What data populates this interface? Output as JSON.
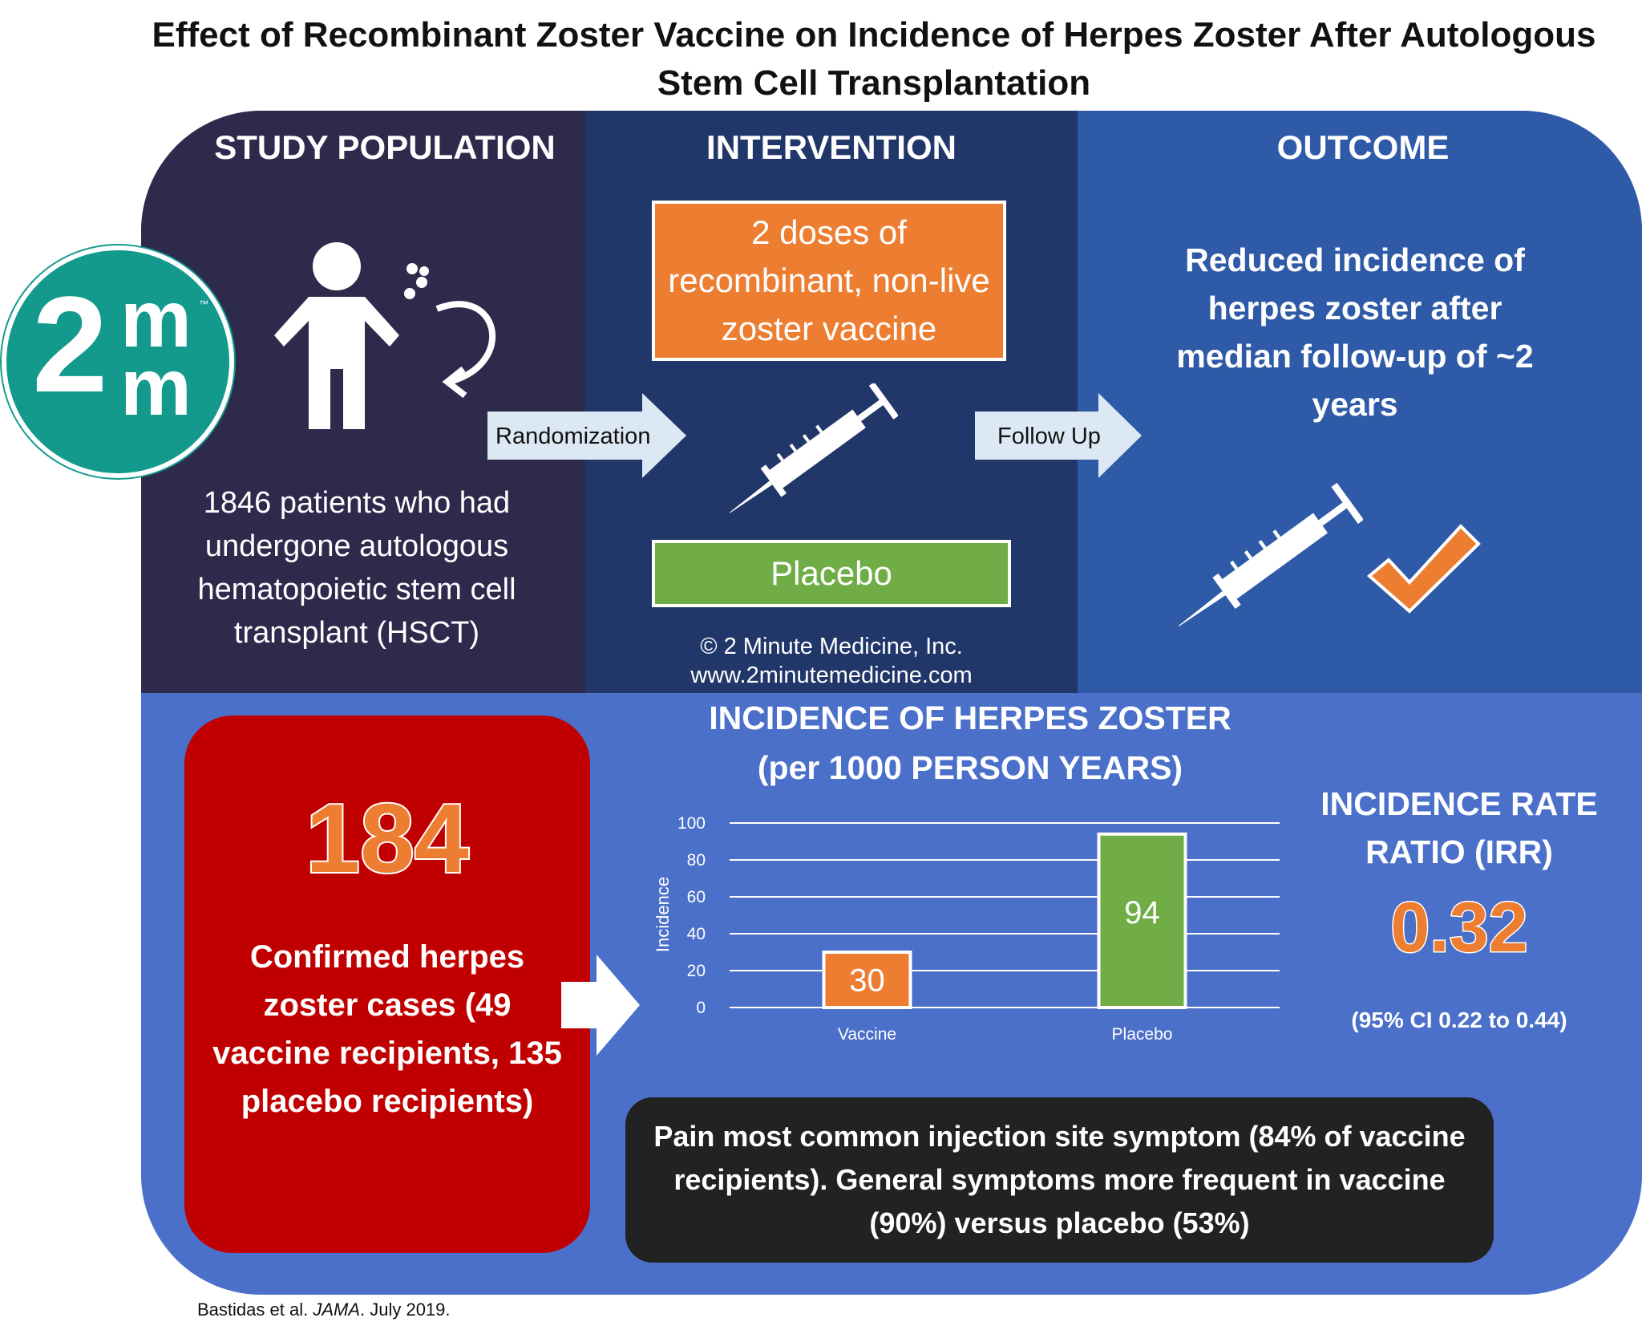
{
  "title": "Effect of Recombinant Zoster Vaccine on Incidence of Herpes Zoster After Autologous Stem Cell Transplantation",
  "logo": {
    "two": "2",
    "m_top": "m",
    "m_bottom": "m",
    "tm": "™"
  },
  "study_population": {
    "header": "STUDY POPULATION",
    "text": "1846 patients who had undergone autologous hematopoietic stem cell transplant (HSCT)"
  },
  "intervention": {
    "header": "INTERVENTION",
    "vaccine_arm": "2 doses of recombinant, non-live zoster vaccine",
    "placebo_arm": "Placebo",
    "copyright": "© 2 Minute Medicine, Inc.",
    "website": "www.2minutemedicine.com"
  },
  "arrows": {
    "randomization": "Randomization",
    "follow_up": "Follow Up"
  },
  "outcome": {
    "header": "OUTCOME",
    "text": "Reduced incidence of herpes zoster after median follow-up of ~2 years"
  },
  "cases": {
    "count": "184",
    "text": "Confirmed herpes zoster cases (49 vaccine recipients, 135 placebo recipients)"
  },
  "chart_data": {
    "type": "bar",
    "title": "INCIDENCE OF HERPES ZOSTER",
    "subtitle": "(per 1000 PERSON YEARS)",
    "ylabel": "Incidence",
    "xlabel": "",
    "categories": [
      "Vaccine",
      "Placebo"
    ],
    "values": [
      30,
      94
    ],
    "colors": [
      "#ed7d31",
      "#70ad47"
    ],
    "ylim": [
      0,
      100
    ],
    "yticks": [
      0,
      20,
      40,
      60,
      80,
      100
    ],
    "grid": true
  },
  "irr": {
    "label": "INCIDENCE RATE RATIO (IRR)",
    "value": "0.32",
    "ci": "(95% CI 0.22 to 0.44)"
  },
  "safety": "Pain most common injection site symptom (84% of vaccine recipients). General symptoms more frequent in vaccine (90%) versus placebo (53%)",
  "citation": {
    "authors": "Bastidas et al.",
    "journal": "JAMA",
    "date": ". July 2019."
  },
  "colors": {
    "population_bg": "#2d2a4c",
    "intervention_bg": "#213769",
    "outcome_bg": "#2e5aa7",
    "bottom_bg": "#4b70c9",
    "orange": "#ed7d31",
    "green": "#70ad47",
    "red": "#c00000",
    "teal": "#149a8c",
    "arrow": "#dde8f5"
  }
}
